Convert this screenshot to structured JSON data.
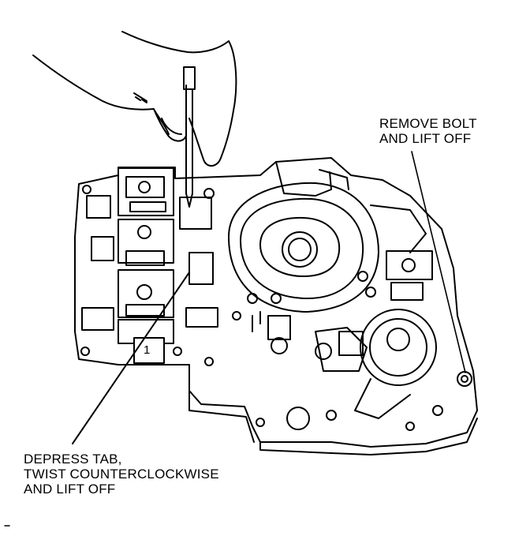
{
  "callouts": {
    "bolt": {
      "line1": "REMOVE BOLT",
      "line2": "AND LIFT OFF"
    },
    "tab": {
      "line1": "DEPRESS TAB,",
      "line2": "TWIST COUNTERCLOCKWISE",
      "line3": "AND LIFT OFF"
    }
  },
  "part_marker": "1",
  "colors": {
    "ink": "#000000",
    "paper": "#ffffff"
  }
}
